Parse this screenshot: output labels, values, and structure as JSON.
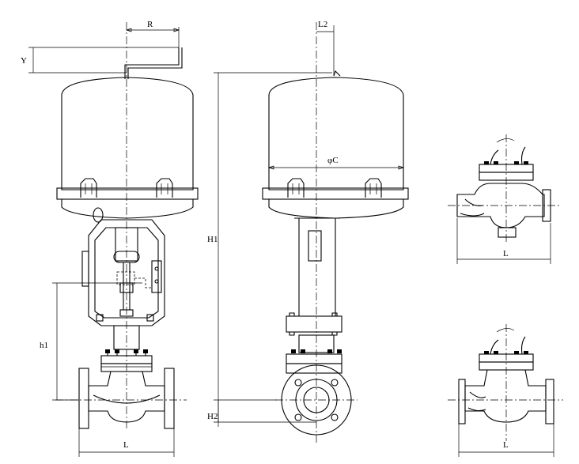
{
  "dimensions": {
    "R": "R",
    "Y": "Y",
    "L2": "L2",
    "H1": "H1",
    "h1": "h1",
    "H2": "H2",
    "phiC": "φC",
    "L_front": "L",
    "L_side_top": "L",
    "L_side_bottom": "L"
  },
  "colors": {
    "line": "#000000",
    "background": "#ffffff"
  }
}
